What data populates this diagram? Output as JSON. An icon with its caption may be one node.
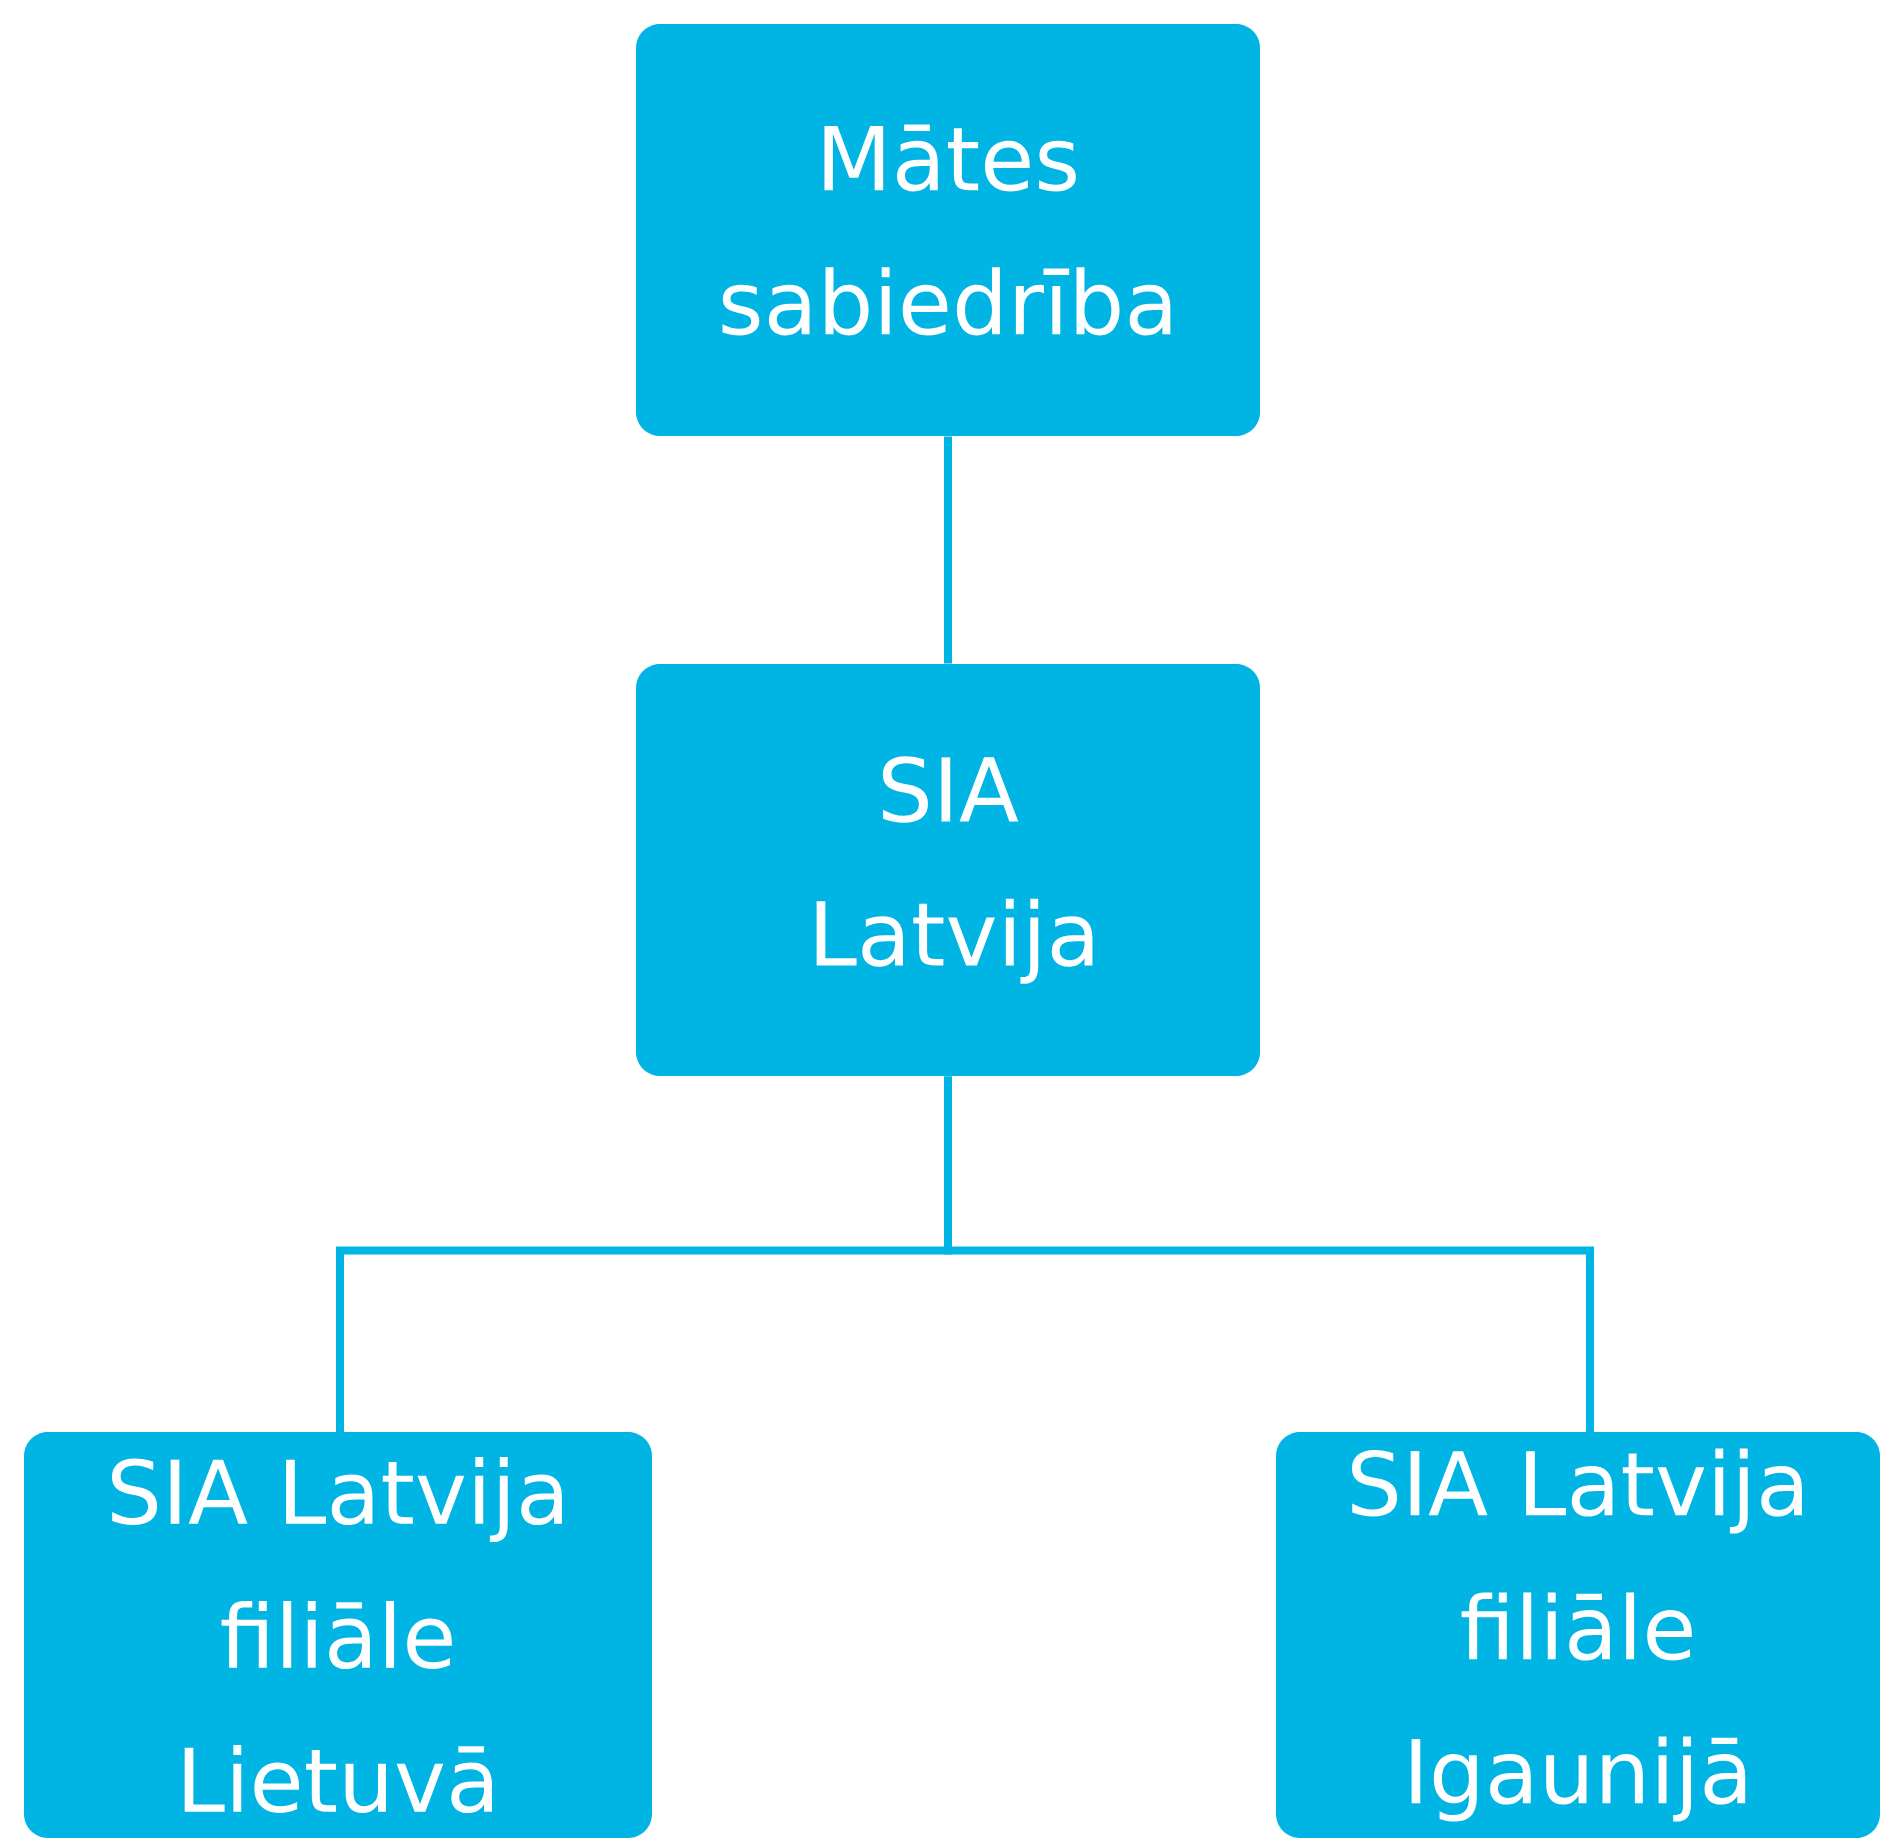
{
  "diagram": {
    "nodes": [
      {
        "text": [
          "Mātes sabiedrība"
        ]
      },
      {
        "text": [
          "SIA Latvija"
        ]
      },
      {
        "text": [
          "SIA Latvija filiāle Lietuvā"
        ]
      },
      {
        "text": [
          "SIA Latvija filiāle Igaunijā"
        ]
      }
    ],
    "edges": [
      {
        "from": 0,
        "to": 1,
        "arrow": "none"
      },
      {
        "from": 1,
        "to": 2,
        "arrow": "none"
      },
      {
        "from": 1,
        "to": 3,
        "arrow": "none"
      }
    ]
  }
}
